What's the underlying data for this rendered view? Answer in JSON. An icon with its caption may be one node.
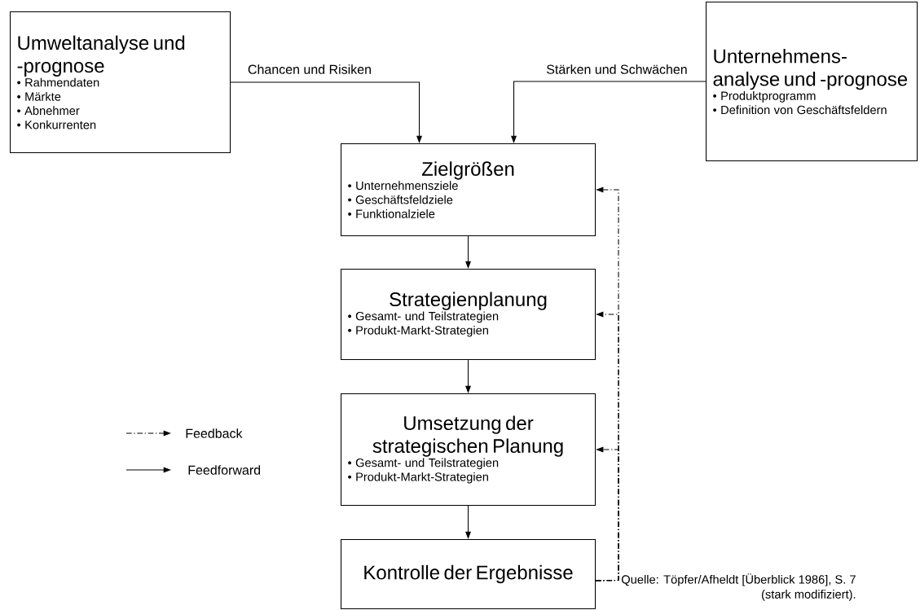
{
  "diagram": {
    "nodes": [
      {
        "text": [
          "Umweltanalyse und -prognose",
          "• Rahmendaten",
          "• Märkte",
          "• Abnehmer",
          "• Konkurrenten"
        ]
      },
      {
        "text": [
          "Unternehmens-analyse und -prognose",
          "• Produktprogramm",
          "• Definition von Geschäftsfeldern"
        ]
      },
      {
        "text": [
          "Zielgrößen",
          "• Unternehmensziele",
          "• Geschäftsfeldziele",
          "• Funktionalziele"
        ]
      },
      {
        "text": [
          "Strategienplanung",
          "• Gesamt- und Teilstrategien",
          "• Produkt-Markt-Strategien"
        ]
      },
      {
        "text": [
          "Umsetzung der strategischen Planung",
          "• Gesamt- und Teilstrategien",
          "• Produkt-Markt-Strategien"
        ]
      },
      {
        "text": [
          "Kontrolle der Ergebnisse"
        ]
      }
    ],
    "edges": [
      {
        "from": 0,
        "to": 2,
        "arrow": "to",
        "label": "Chancen und Risiken"
      },
      {
        "from": 1,
        "to": 2,
        "arrow": "to",
        "label": "Stärken und Schwächen"
      },
      {
        "from": 2,
        "to": 3,
        "arrow": "to"
      },
      {
        "from": 3,
        "to": 4,
        "arrow": "to"
      },
      {
        "from": 4,
        "to": 5,
        "arrow": "to"
      },
      {
        "from": 5,
        "to": 2,
        "arrow": "to",
        "style": "dashed"
      },
      {
        "from": 5,
        "to": 3,
        "arrow": "to",
        "style": "dashed"
      },
      {
        "from": 5,
        "to": 4,
        "arrow": "to",
        "style": "dashed"
      }
    ],
    "labels": [
      "Quelle: Töpfer/Afheldt [Überblick 1986], S. 7",
      "(stark modifiziert)."
    ],
    "legend": [
      {
        "text": "Feedback"
      },
      {
        "text": "Feedforward"
      }
    ]
  }
}
